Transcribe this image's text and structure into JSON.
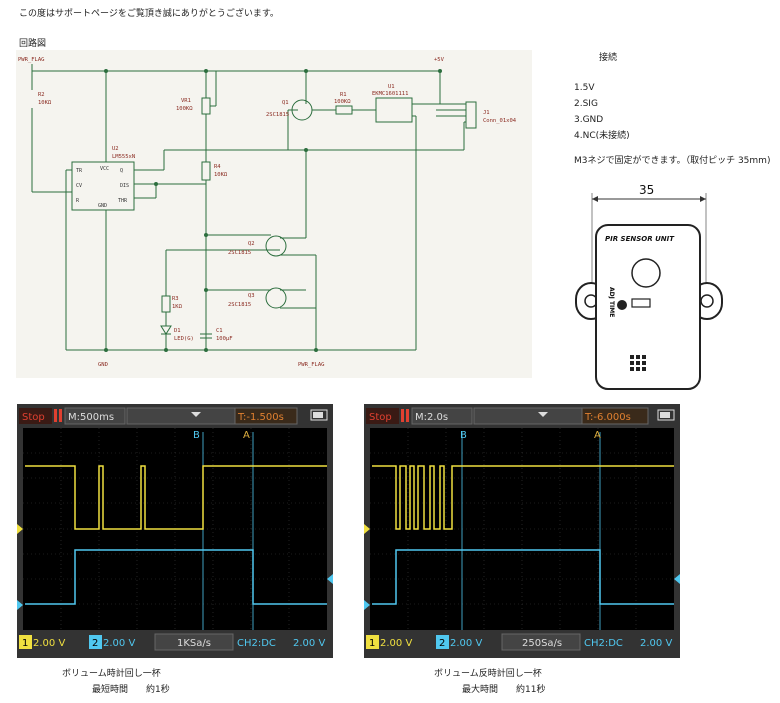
{
  "intro": "この度はサポートページをご覧頂き誠にありがとうございます。",
  "circuit_title": "回路図",
  "connection": {
    "title": "接続",
    "pins": [
      "1.5V",
      "2.SIG",
      "3.GND",
      "4.NC(未接続)"
    ],
    "mount_note": "M3ネジで固定ができます。（取付ピッチ 35mm)",
    "dimension": "35",
    "sensor_title": "PIR SENSOR UNIT",
    "adj_label": "ADJ TIME"
  },
  "schematic": {
    "labels": {
      "pwr_flag_top": "PWR_FLAG",
      "vcc": "+5V",
      "r2": "R2",
      "r2v": "10KΩ",
      "vr1": "VR1",
      "vr1v": "100KΩ",
      "q1": "Q1",
      "q1v": "2SC1815",
      "r1": "R1",
      "r1v": "100KΩ",
      "u1": "U1",
      "u1v": "EKMC1601111",
      "j1": "J1",
      "j1v": "Conn_01x04",
      "u2": "U2",
      "u2v": "LM555xN",
      "r4": "R4",
      "r4v": "10KΩ",
      "q2": "Q2",
      "q2v": "2SC1815",
      "q3": "Q3",
      "q3v": "2SC1815",
      "r3": "R3",
      "r3v": "1KΩ",
      "d1": "D1",
      "d1v": "LED(G)",
      "c1": "C1",
      "c1v": "100μF",
      "gnd": "GND",
      "pwr_flag_bot": "PWR_FLAG",
      "tr": "TR",
      "cv": "CV",
      "r": "R",
      "dis": "DIS",
      "thr": "THR",
      "q": "Q",
      "vcc_pin": "VCC",
      "gnd_pin": "GND"
    }
  },
  "scopes": [
    {
      "state": "Stop",
      "timebase": "M:500ms",
      "trigger": "T:-1.500s",
      "ch1": "2.00 V",
      "ch2": "2.00 V",
      "sample": "1KSa/s",
      "ch2_mode": "CH2:DC",
      "ch2_trig": "2.00 V",
      "marker_b": "B",
      "marker_a": "A",
      "caption1": "ボリューム時計回し一杯",
      "caption2": "最短時間　　約1秒"
    },
    {
      "state": "Stop",
      "timebase": "M:2.0s",
      "trigger": "T:-6.000s",
      "ch1": "2.00 V",
      "ch2": "2.00 V",
      "sample": "250Sa/s",
      "ch2_mode": "CH2:DC",
      "ch2_trig": "2.00 V",
      "marker_b": "B",
      "marker_a": "A",
      "caption1": "ボリューム反時計回し一杯",
      "caption2": "最大時間　　約11秒"
    }
  ],
  "colors": {
    "ch1": "#f0e040",
    "ch2": "#50c8f0",
    "scope_bg": "#000000",
    "stop": "#d03020",
    "wire": "#2c6e3e"
  }
}
